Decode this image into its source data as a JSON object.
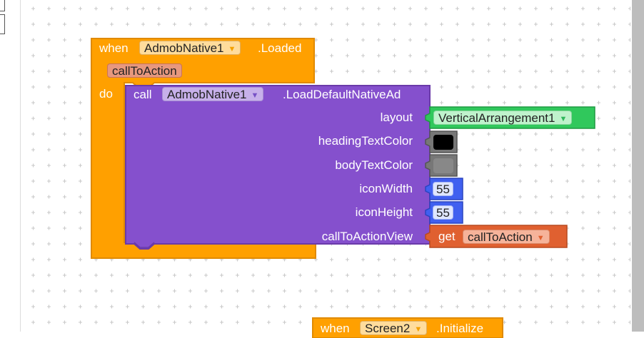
{
  "event_block": {
    "when": "when",
    "component": "AdmobNative1",
    "event": ".Loaded",
    "param": "callToAction",
    "do": "do"
  },
  "call_block": {
    "call": "call",
    "component": "AdmobNative1",
    "method": ".LoadDefaultNativeAd",
    "args": {
      "layout": "layout",
      "headingTextColor": "headingTextColor",
      "bodyTextColor": "bodyTextColor",
      "iconWidth": "iconWidth",
      "iconHeight": "iconHeight",
      "callToActionView": "callToActionView"
    }
  },
  "arg_values": {
    "layout_component": "VerticalArrangement1",
    "iconWidth": "55",
    "iconHeight": "55",
    "get": "get",
    "get_var": "callToAction"
  },
  "second_event": {
    "when": "when",
    "component": "Screen2",
    "event": ".Initialize"
  },
  "colors": {
    "event": "#ffa000",
    "procedure": "#8550cd",
    "component_green": "#30c85c",
    "math": "#4060f0",
    "variable": "#e06030",
    "heading_color": "#000000",
    "body_color": "#808080"
  }
}
